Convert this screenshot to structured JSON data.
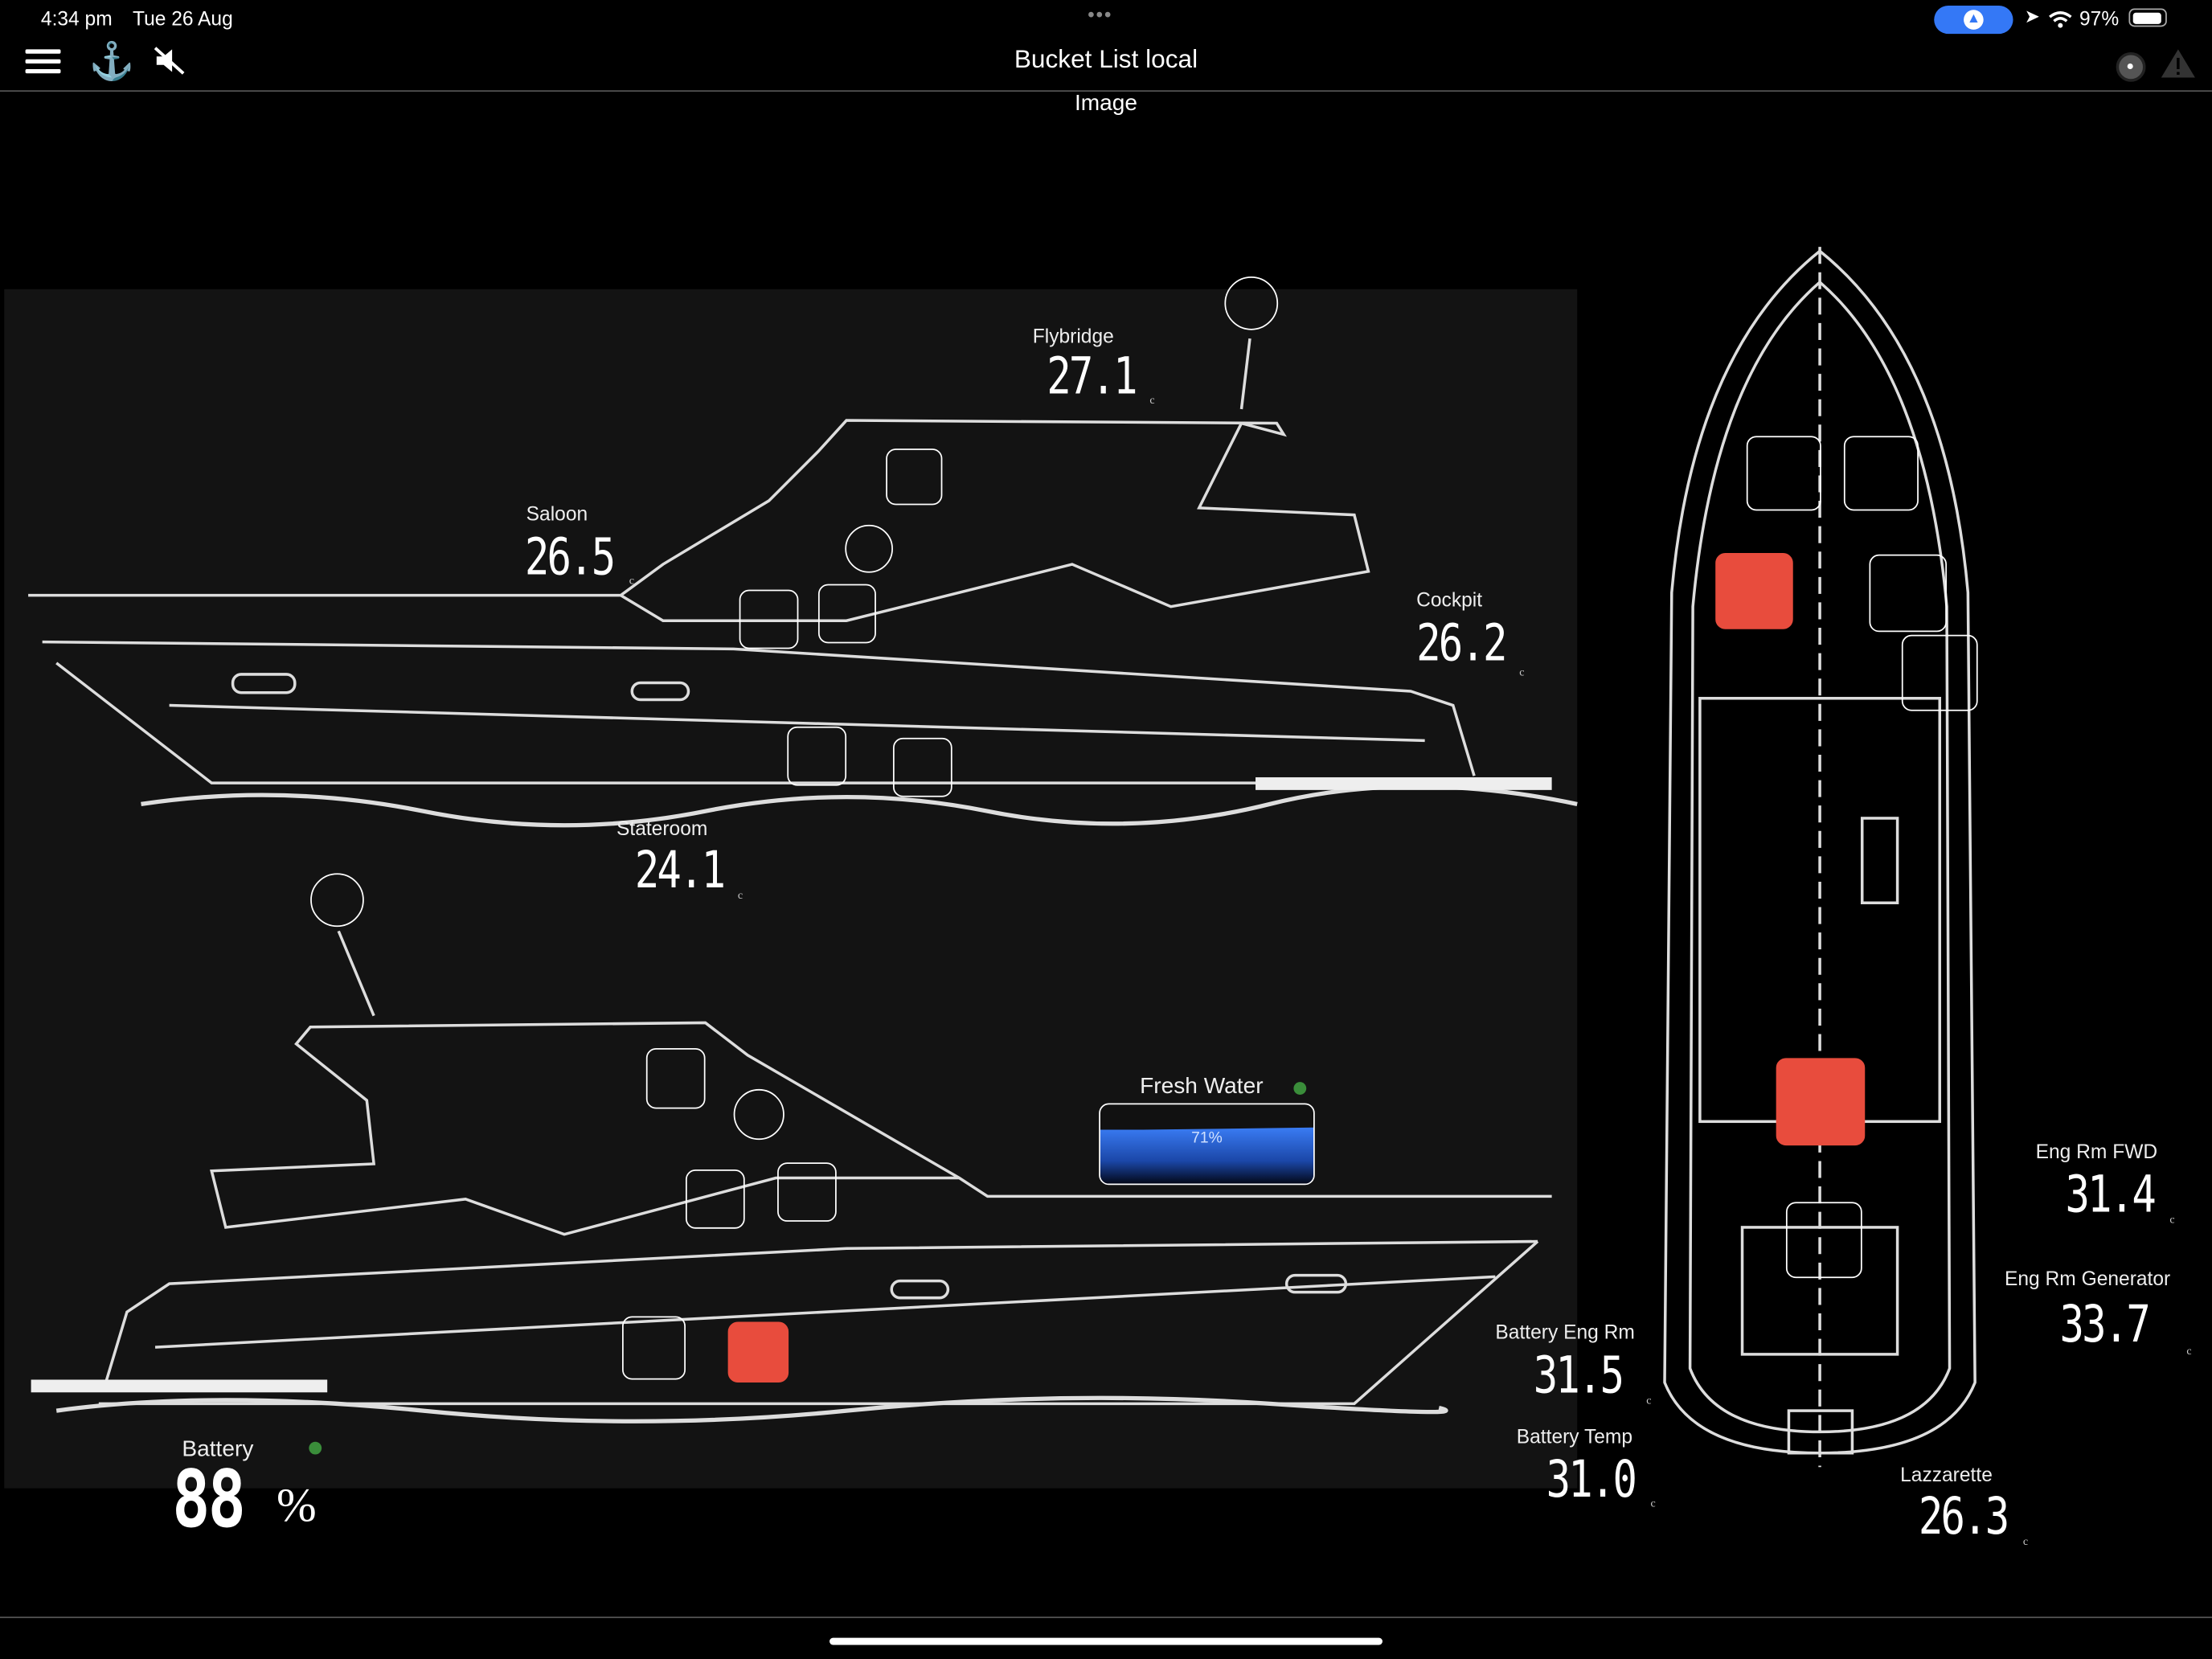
{
  "status_bar": {
    "time": "4:34 pm",
    "date": "Tue 26 Aug",
    "battery_percent": "97%"
  },
  "nav": {
    "title": "Bucket List local",
    "subtitle": "Image"
  },
  "icons": {
    "menu": "hamburger-icon",
    "anchor": "anchor-icon",
    "mute": "speaker-muted-icon",
    "record": "record-icon",
    "alert": "warning-icon"
  },
  "colors": {
    "accent_green": "#3fa34d",
    "switch_on": "#e84c3d",
    "water": "#2f6fe8",
    "nav_pill": "#3478f6"
  },
  "sensors": [
    {
      "label": "Flybridge",
      "value": "27.1",
      "unit": "c"
    },
    {
      "label": "Saloon",
      "value": "26.5",
      "unit": "c"
    },
    {
      "label": "Cockpit",
      "value": "26.2",
      "unit": "c"
    },
    {
      "label": "Stateroom",
      "value": "24.1",
      "unit": "c"
    },
    {
      "label": "Eng Rm FWD",
      "value": "31.4",
      "unit": "c"
    },
    {
      "label": "Eng Rm Generator",
      "value": "33.7",
      "unit": "c"
    },
    {
      "label": "Battery Eng Rm",
      "value": "31.5",
      "unit": "c"
    },
    {
      "label": "Battery Temp",
      "value": "31.0",
      "unit": "c"
    },
    {
      "label": "Lazzarette",
      "value": "26.3",
      "unit": "c"
    }
  ],
  "fresh_water": {
    "label": "Fresh Water",
    "percent_text": "71%",
    "level": 0.71
  },
  "battery": {
    "label": "Battery",
    "value": "88",
    "unit": "%"
  }
}
